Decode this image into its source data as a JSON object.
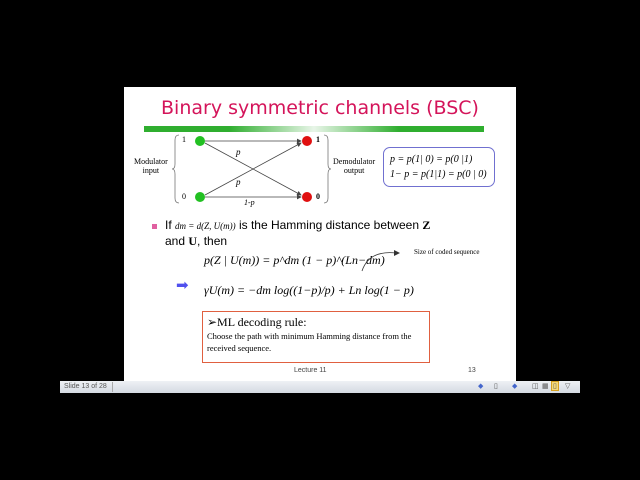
{
  "slide": {
    "title": "Binary symmetric channels (BSC)",
    "diagram": {
      "in_label_1": "Modulator",
      "in_label_2": "input",
      "out_label_1": "Demodulator",
      "out_label_2": "output",
      "in1": "1",
      "in0": "0",
      "out1": "1",
      "out0": "0",
      "p_top": "p",
      "p_bottom": "p",
      "one_minus_p": "1-p"
    },
    "eq1": "p = p(1| 0) = p(0 |1)",
    "eq2": "1− p = p(1|1) = p(0 | 0)",
    "bullet_if": "If",
    "dm_def": "dm = d(Z, U(m))",
    "bullet_text": "is the Hamming distance between",
    "Z": "Z",
    "and": "and",
    "U": "U",
    "then": ", then",
    "formula1": "p(Z | U(m)) = p^dm (1 − p)^(Ln−dm)",
    "annotation": "Size of coded sequence",
    "formula2": "γU(m) = −dm log((1−p)/p) + Ln log(1 − p)",
    "ml_title": "➢ML  decoding rule:",
    "ml_text": "Choose the path with minimum  Hamming  distance from the received  sequence.",
    "footer": "Lecture 11",
    "page": "13"
  },
  "status": {
    "slide_info": "Slide 13 of 28"
  }
}
